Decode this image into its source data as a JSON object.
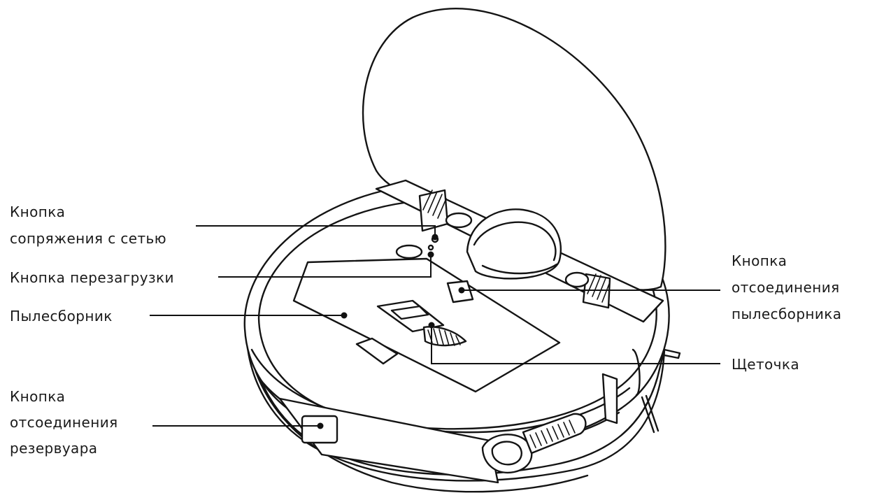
{
  "labels": {
    "pairing_button": [
      "Кнопка",
      "сопряжения с сетью"
    ],
    "reset_button": [
      "Кнопка перезагрузки"
    ],
    "dust_bin": [
      "Пылесборник"
    ],
    "tank_release_button": [
      "Кнопка",
      "отсоединения",
      "резервуара"
    ],
    "bin_release_button": [
      "Кнопка",
      "отсоединения",
      "пылесборника"
    ],
    "brush": [
      "Щеточка"
    ]
  },
  "colors": {
    "line": "#111111",
    "text": "#1a1a1a",
    "background": "#ffffff"
  }
}
